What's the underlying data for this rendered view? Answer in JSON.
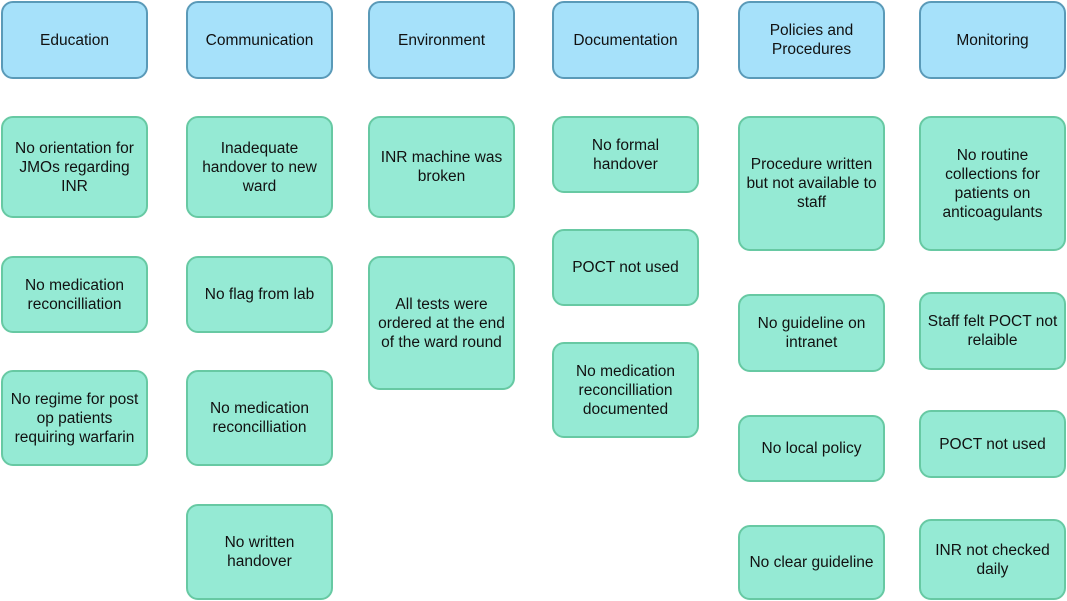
{
  "categories": [
    {
      "title": "Education",
      "causes": [
        "No orientation for JMOs regarding INR",
        "No medication reconcilliation",
        "No regime for post op patients requiring warfarin"
      ]
    },
    {
      "title": "Communication",
      "causes": [
        "Inadequate handover to new ward",
        "No flag from lab",
        "No medication reconcilliation",
        "No written handover"
      ]
    },
    {
      "title": "Environment",
      "causes": [
        "INR machine was broken",
        "All tests were ordered at the end of the ward round"
      ]
    },
    {
      "title": "Documentation",
      "causes": [
        "No formal handover",
        "POCT not used",
        "No medication reconcilliation documented"
      ]
    },
    {
      "title": "Policies and Procedures",
      "causes": [
        "Procedure written but not available to staff",
        "No guideline on intranet",
        "No local policy",
        "No clear guideline"
      ]
    },
    {
      "title": "Monitoring",
      "causes": [
        "No routine collections for patients on anticoagulants",
        "Staff felt POCT not relaible",
        "POCT not used",
        "INR not checked daily"
      ]
    }
  ]
}
